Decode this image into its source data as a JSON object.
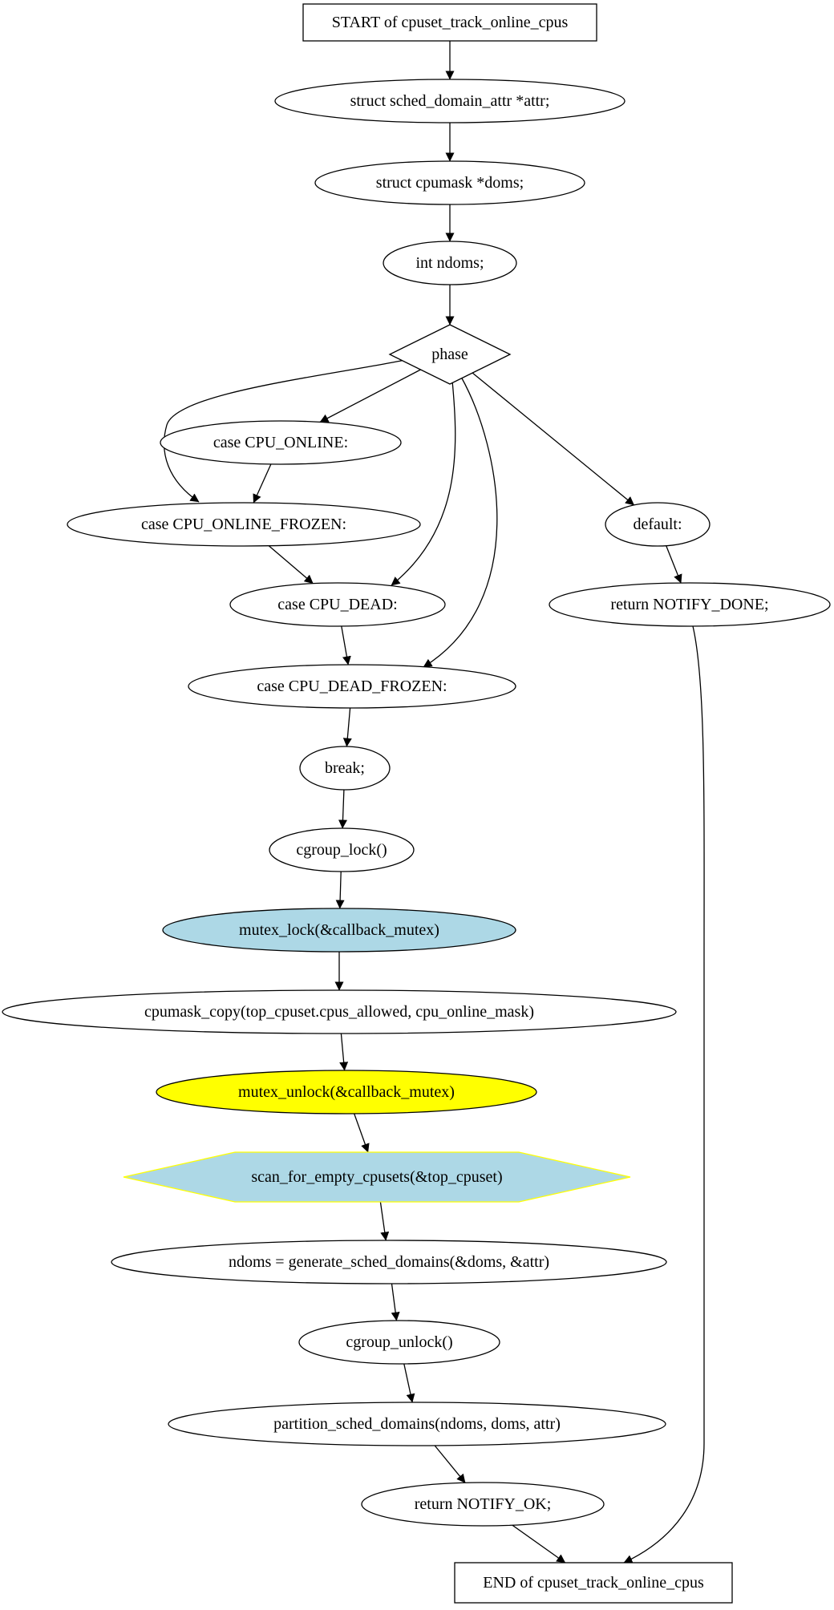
{
  "flowchart": {
    "nodes": [
      {
        "id": "start",
        "label": "START of cpuset_track_online_cpus",
        "shape": "box",
        "fill": "#ffffff",
        "stroke": "#000000"
      },
      {
        "id": "attr",
        "label": "struct sched_domain_attr *attr;",
        "shape": "ellipse",
        "fill": "#ffffff",
        "stroke": "#000000"
      },
      {
        "id": "doms",
        "label": "struct cpumask *doms;",
        "shape": "ellipse",
        "fill": "#ffffff",
        "stroke": "#000000"
      },
      {
        "id": "ndoms",
        "label": "int ndoms;",
        "shape": "ellipse",
        "fill": "#ffffff",
        "stroke": "#000000"
      },
      {
        "id": "phase",
        "label": "phase",
        "shape": "diamond",
        "fill": "#ffffff",
        "stroke": "#000000"
      },
      {
        "id": "online",
        "label": "case CPU_ONLINE:",
        "shape": "ellipse",
        "fill": "#ffffff",
        "stroke": "#000000"
      },
      {
        "id": "online_frozen",
        "label": "case CPU_ONLINE_FROZEN:",
        "shape": "ellipse",
        "fill": "#ffffff",
        "stroke": "#000000"
      },
      {
        "id": "default",
        "label": "default:",
        "shape": "ellipse",
        "fill": "#ffffff",
        "stroke": "#000000"
      },
      {
        "id": "dead",
        "label": "case CPU_DEAD:",
        "shape": "ellipse",
        "fill": "#ffffff",
        "stroke": "#000000"
      },
      {
        "id": "notify_done",
        "label": "return NOTIFY_DONE;",
        "shape": "ellipse",
        "fill": "#ffffff",
        "stroke": "#000000"
      },
      {
        "id": "dead_frozen",
        "label": "case CPU_DEAD_FROZEN:",
        "shape": "ellipse",
        "fill": "#ffffff",
        "stroke": "#000000"
      },
      {
        "id": "break",
        "label": "break;",
        "shape": "ellipse",
        "fill": "#ffffff",
        "stroke": "#000000"
      },
      {
        "id": "cg_lock",
        "label": "cgroup_lock()",
        "shape": "ellipse",
        "fill": "#ffffff",
        "stroke": "#000000"
      },
      {
        "id": "mutex_lock",
        "label": "mutex_lock(&callback_mutex)",
        "shape": "ellipse",
        "fill": "#add8e6",
        "stroke": "#000000"
      },
      {
        "id": "cpumask_copy",
        "label": "cpumask_copy(top_cpuset.cpus_allowed, cpu_online_mask)",
        "shape": "ellipse",
        "fill": "#ffffff",
        "stroke": "#000000"
      },
      {
        "id": "mutex_unlock",
        "label": "mutex_unlock(&callback_mutex)",
        "shape": "ellipse",
        "fill": "#ffff00",
        "stroke": "#000000"
      },
      {
        "id": "scan",
        "label": "scan_for_empty_cpusets(&top_cpuset)",
        "shape": "hexagon",
        "fill": "#add8e6",
        "stroke": "#ffff00"
      },
      {
        "id": "gen",
        "label": "ndoms = generate_sched_domains(&doms, &attr)",
        "shape": "ellipse",
        "fill": "#ffffff",
        "stroke": "#000000"
      },
      {
        "id": "cg_unlock",
        "label": "cgroup_unlock()",
        "shape": "ellipse",
        "fill": "#ffffff",
        "stroke": "#000000"
      },
      {
        "id": "partition",
        "label": "partition_sched_domains(ndoms, doms, attr)",
        "shape": "ellipse",
        "fill": "#ffffff",
        "stroke": "#000000"
      },
      {
        "id": "notify_ok",
        "label": "return NOTIFY_OK;",
        "shape": "ellipse",
        "fill": "#ffffff",
        "stroke": "#000000"
      },
      {
        "id": "end",
        "label": "END of cpuset_track_online_cpus",
        "shape": "box",
        "fill": "#ffffff",
        "stroke": "#000000"
      }
    ],
    "edges": [
      {
        "from": "start",
        "to": "attr"
      },
      {
        "from": "attr",
        "to": "doms"
      },
      {
        "from": "doms",
        "to": "ndoms"
      },
      {
        "from": "ndoms",
        "to": "phase"
      },
      {
        "from": "phase",
        "to": "online"
      },
      {
        "from": "phase",
        "to": "online_frozen"
      },
      {
        "from": "phase",
        "to": "dead"
      },
      {
        "from": "phase",
        "to": "dead_frozen"
      },
      {
        "from": "phase",
        "to": "default"
      },
      {
        "from": "online",
        "to": "online_frozen"
      },
      {
        "from": "online_frozen",
        "to": "dead"
      },
      {
        "from": "dead",
        "to": "dead_frozen"
      },
      {
        "from": "dead_frozen",
        "to": "break"
      },
      {
        "from": "default",
        "to": "notify_done"
      },
      {
        "from": "notify_done",
        "to": "end"
      },
      {
        "from": "break",
        "to": "cg_lock"
      },
      {
        "from": "cg_lock",
        "to": "mutex_lock"
      },
      {
        "from": "mutex_lock",
        "to": "cpumask_copy"
      },
      {
        "from": "cpumask_copy",
        "to": "mutex_unlock"
      },
      {
        "from": "mutex_unlock",
        "to": "scan"
      },
      {
        "from": "scan",
        "to": "gen"
      },
      {
        "from": "gen",
        "to": "cg_unlock"
      },
      {
        "from": "cg_unlock",
        "to": "partition"
      },
      {
        "from": "partition",
        "to": "notify_ok"
      },
      {
        "from": "notify_ok",
        "to": "end"
      }
    ]
  }
}
